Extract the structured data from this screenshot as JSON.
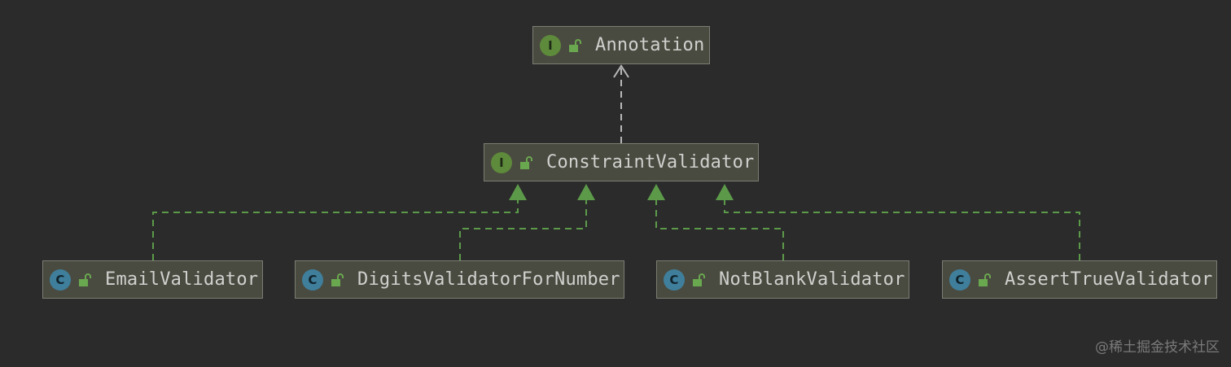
{
  "nodes": {
    "annotation": {
      "kind_letter": "I",
      "name": "Annotation",
      "kind": "interface"
    },
    "constraint_validator": {
      "kind_letter": "I",
      "name": "ConstraintValidator",
      "kind": "interface"
    },
    "email_validator": {
      "kind_letter": "C",
      "name": "EmailValidator",
      "kind": "class"
    },
    "digits_validator": {
      "kind_letter": "C",
      "name": "DigitsValidatorForNumber",
      "kind": "class"
    },
    "notblank_validator": {
      "kind_letter": "C",
      "name": "NotBlankValidator",
      "kind": "class"
    },
    "asserttrue_validator": {
      "kind_letter": "C",
      "name": "AssertTrueValidator",
      "kind": "class"
    }
  },
  "edges": [
    {
      "from": "ConstraintValidator",
      "to": "Annotation",
      "type": "dependency"
    },
    {
      "from": "EmailValidator",
      "to": "ConstraintValidator",
      "type": "realization"
    },
    {
      "from": "DigitsValidatorForNumber",
      "to": "ConstraintValidator",
      "type": "realization"
    },
    {
      "from": "NotBlankValidator",
      "to": "ConstraintValidator",
      "type": "realization"
    },
    {
      "from": "AssertTrueValidator",
      "to": "ConstraintValidator",
      "type": "realization"
    }
  ],
  "colors": {
    "background": "#2b2b2b",
    "node_fill": "#4a4b40",
    "node_border": "#7b7d73",
    "interface_badge": "#5e8a3b",
    "class_badge": "#3f7f9c",
    "realization_edge": "#5c9a4a",
    "dependency_edge": "#b8b8b8",
    "lock_icon": "#6aa84f"
  },
  "icons": {
    "visibility": "open-lock-icon"
  },
  "watermark": "@稀土掘金技术社区"
}
